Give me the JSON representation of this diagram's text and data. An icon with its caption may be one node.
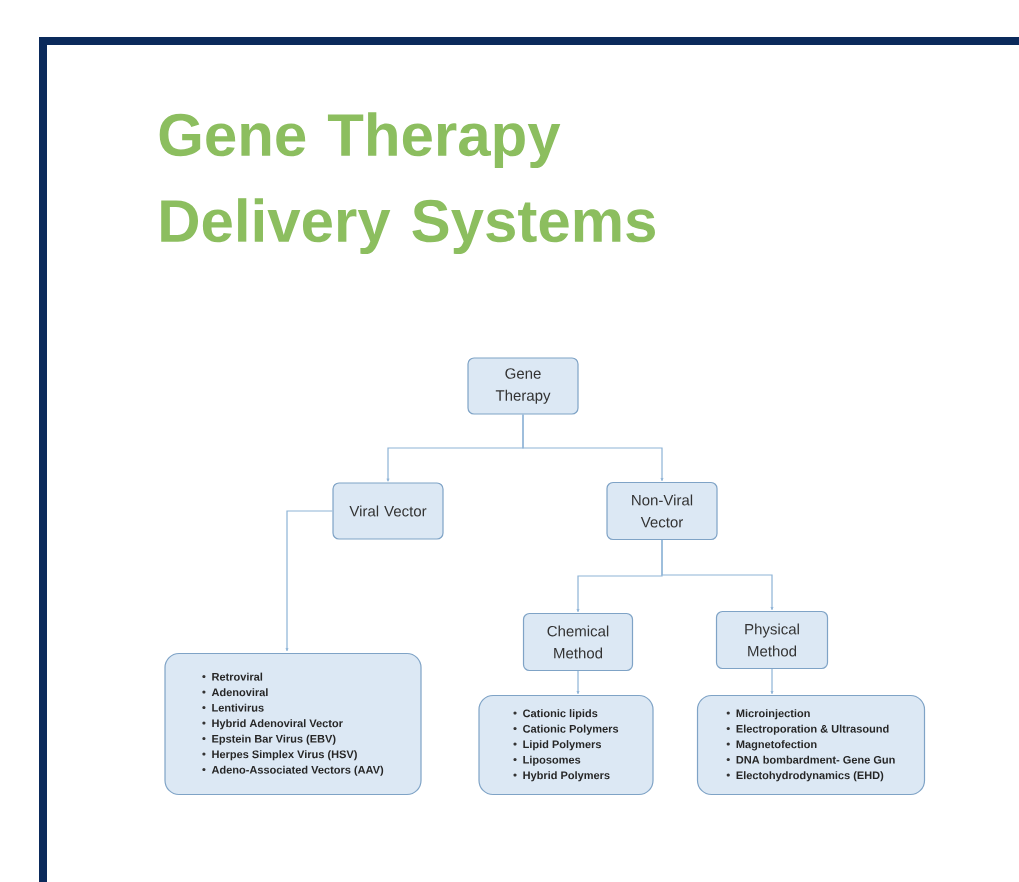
{
  "diagram": {
    "title": "Gene Therapy Delivery Systems",
    "nodes": [
      {
        "text": [
          "Gene Therapy"
        ]
      },
      {
        "text": [
          "Viral Vector"
        ]
      },
      {
        "text": [
          "Non-Viral Vector"
        ]
      },
      {
        "text": [
          "Chemical Method"
        ]
      },
      {
        "text": [
          "Physical Method"
        ]
      },
      {
        "text": [
          "Retroviral",
          "Adenoviral",
          "Lentivirus",
          "Hybrid Adenoviral Vector",
          "Epstein Bar Virus (EBV)",
          "Herpes Simplex Virus (HSV)",
          "Adeno-Associated Vectors (AAV)"
        ]
      },
      {
        "text": [
          "Cationic lipids",
          "Cationic Polymers",
          "Lipid Polymers",
          "Liposomes",
          "Hybrid Polymers"
        ]
      },
      {
        "text": [
          "Microinjection",
          "Electroporation & Ultrasound",
          "Magnetofection",
          "DNA bombardment- Gene Gun",
          "Electohydrodynamics (EHD)"
        ]
      }
    ],
    "edges": [
      {
        "from": 0,
        "to": 1,
        "arrow": "to"
      },
      {
        "from": 0,
        "to": 2,
        "arrow": "to"
      },
      {
        "from": 1,
        "to": 5,
        "arrow": "to"
      },
      {
        "from": 2,
        "to": 3,
        "arrow": "to"
      },
      {
        "from": 2,
        "to": 4,
        "arrow": "to"
      },
      {
        "from": 3,
        "to": 6,
        "arrow": "to"
      },
      {
        "from": 4,
        "to": 7,
        "arrow": "to"
      }
    ]
  }
}
